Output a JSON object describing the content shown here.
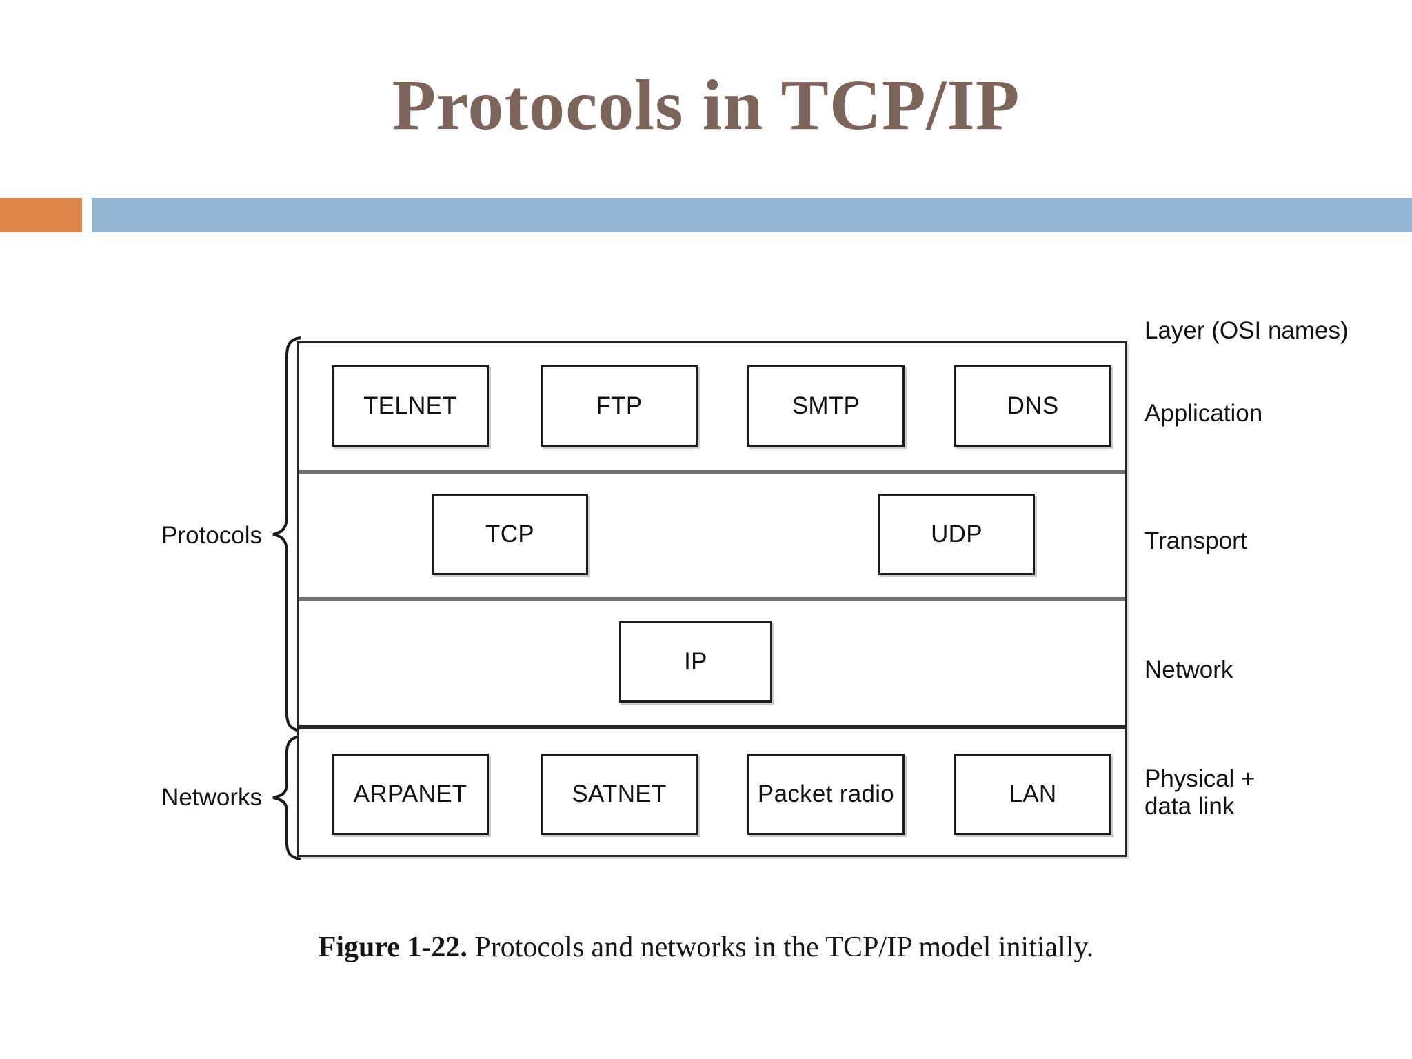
{
  "slide": {
    "title": "Protocols in TCP/IP",
    "title_color": "#7C645A",
    "accent_orange": "#E0854B",
    "accent_blue": "#93B4D3"
  },
  "figure": {
    "osi_header": "Layer (OSI names)",
    "caption_number": "Figure 1-22.",
    "caption_text": "Protocols and networks in the TCP/IP model initially.",
    "group_labels": [
      {
        "label": "Protocols"
      },
      {
        "label": "Networks"
      }
    ],
    "layers": [
      {
        "osi_name": "Application",
        "boxes": [
          {
            "label": "TELNET"
          },
          {
            "label": "FTP"
          },
          {
            "label": "SMTP"
          },
          {
            "label": "DNS"
          }
        ]
      },
      {
        "osi_name": "Transport",
        "boxes": [
          {
            "label": "TCP"
          },
          {
            "label": "UDP"
          }
        ]
      },
      {
        "osi_name": "Network",
        "boxes": [
          {
            "label": "IP"
          }
        ]
      },
      {
        "osi_name": "Physical +\ndata link",
        "boxes": [
          {
            "label": "ARPANET"
          },
          {
            "label": "SATNET"
          },
          {
            "label": "Packet\nradio"
          },
          {
            "label": "LAN"
          }
        ]
      }
    ]
  }
}
